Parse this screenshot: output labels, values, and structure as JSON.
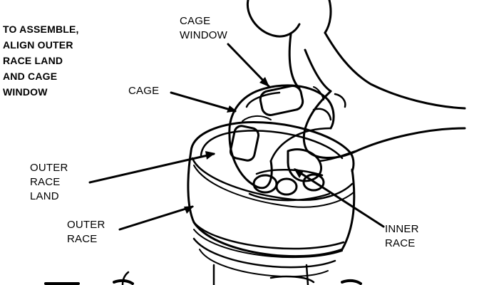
{
  "instruction": {
    "lines": [
      "TO ASSEMBLE,",
      "ALIGN OUTER",
      "RACE LAND",
      "AND CAGE",
      "WINDOW"
    ]
  },
  "labels": {
    "cage_window": [
      "CAGE",
      "WINDOW"
    ],
    "cage": [
      "CAGE"
    ],
    "outer_race_land": [
      "OUTER",
      "RACE",
      "LAND"
    ],
    "outer_race": [
      "OUTER",
      "RACE"
    ],
    "inner_race": [
      "INNER",
      "RACE"
    ]
  },
  "colors": {
    "ink": "#000000",
    "paper": "#ffffff"
  }
}
